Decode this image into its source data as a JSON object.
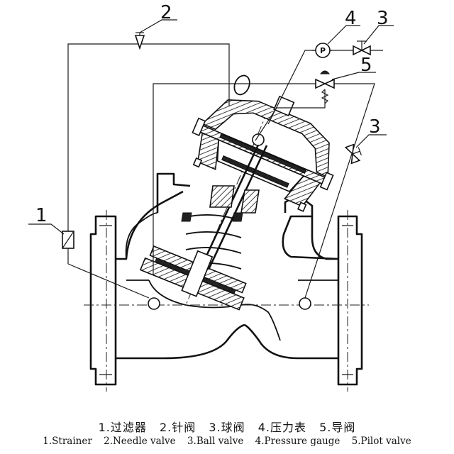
{
  "callouts": {
    "strainer_no": "1",
    "needle_valve_no": "2",
    "ball_valve_top_no": "3",
    "ball_valve_side_no": "3",
    "pressure_gauge_no": "4",
    "pilot_valve_no": "5",
    "gauge_symbol": "P"
  },
  "legend_cn": [
    "1.过滤器",
    "2.针阀",
    "3.球阀",
    "4.压力表",
    "5.导阀"
  ],
  "legend_en": [
    "1.Strainer",
    "2.Needle valve",
    "3.Ball valve",
    "4.Pressure gauge",
    "5.Pilot valve"
  ]
}
